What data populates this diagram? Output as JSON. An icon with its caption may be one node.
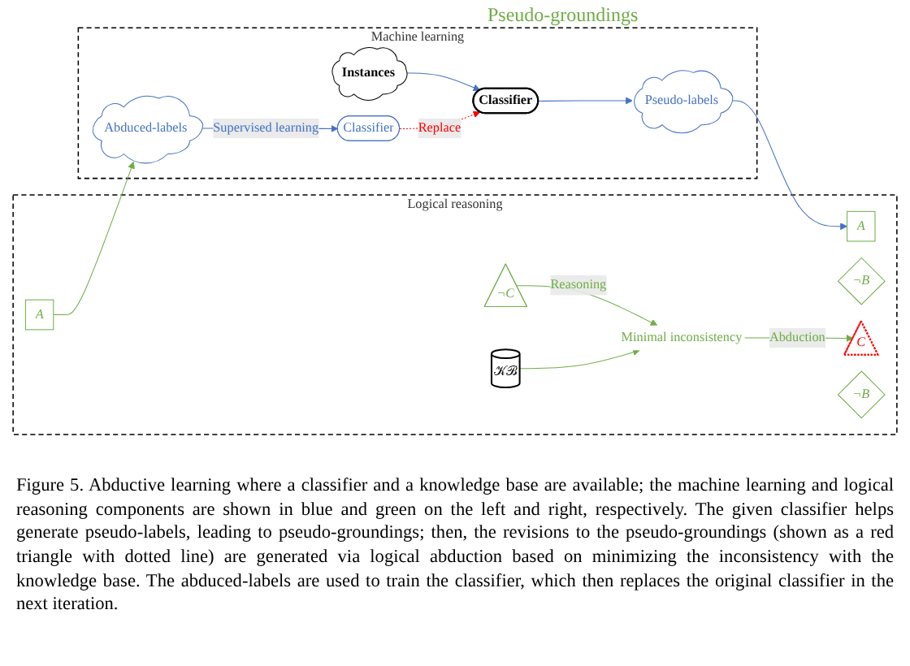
{
  "diagram": {
    "caption": "Figure 5. Abductive learning where a classifier and a knowledge base are available; the machine learning and logical reasoning components are shown in blue and green on the left and right, respectively. The given classifier helps generate pseudo-labels, leading to pseudo-groundings; then, the revisions to the pseudo-groundings (shown as a red triangle with dotted line) are generated via logical abduction based on minimizing the inconsistency with the knowledge base. The abduced-labels are used to train the classifier, which then replaces the original classifier in the next iteration.",
    "nodes": [
      {
        "text": [
          "Machine learning"
        ]
      },
      {
        "text": [
          "Classifier"
        ],
        "in": 0
      },
      {
        "text": [
          "Instances"
        ],
        "in": 0
      },
      {
        "text": [
          "Pseudo-labels"
        ],
        "in": 0
      },
      {
        "text": [
          "Abduced-labels"
        ],
        "in": 0
      },
      {
        "text": [
          "Classifier"
        ],
        "in": 0
      },
      {
        "text": [
          "Logical reasoning"
        ]
      },
      {
        "text": [
          "A"
        ],
        "in": 6
      },
      {
        "text": [
          "¬B"
        ],
        "in": 6
      },
      {
        "text": [
          "¬C"
        ],
        "in": 6
      },
      {
        "text": [
          "𝒦ℬ"
        ],
        "in": 6
      },
      {
        "text": [
          "Minimal inconsistency"
        ],
        "in": 6
      },
      {
        "text": [
          "C"
        ],
        "in": 6
      },
      {
        "text": [
          "¬B"
        ],
        "in": 6
      },
      {
        "text": [
          "A"
        ],
        "in": 6
      }
    ],
    "edges": [
      {
        "from": 2,
        "to": 1,
        "arrow": "to",
        "color": "#4472c4"
      },
      {
        "from": 1,
        "to": 3,
        "arrow": "to",
        "color": "#4472c4"
      },
      {
        "from": 3,
        "to": 7,
        "arrow": "to",
        "color": "#4472c4"
      },
      {
        "from": 9,
        "to": 11,
        "arrow": "to",
        "label": "Reasoning",
        "color": "#70ad47"
      },
      {
        "from": 10,
        "to": 11,
        "arrow": "to",
        "color": "#70ad47"
      },
      {
        "from": 11,
        "to": 12,
        "arrow": "to",
        "label": "Abduction",
        "color": "#70ad47"
      },
      {
        "from": 14,
        "to": 4,
        "arrow": "to",
        "color": "#70ad47"
      },
      {
        "from": 4,
        "to": 5,
        "arrow": "to",
        "label": "Supervised learning",
        "color": "#4472c4"
      },
      {
        "from": 5,
        "to": 1,
        "arrow": "to",
        "label": "Replace",
        "style": "dashed",
        "color": "#ff0000"
      }
    ],
    "labels": [
      "Pseudo-groundings"
    ]
  }
}
